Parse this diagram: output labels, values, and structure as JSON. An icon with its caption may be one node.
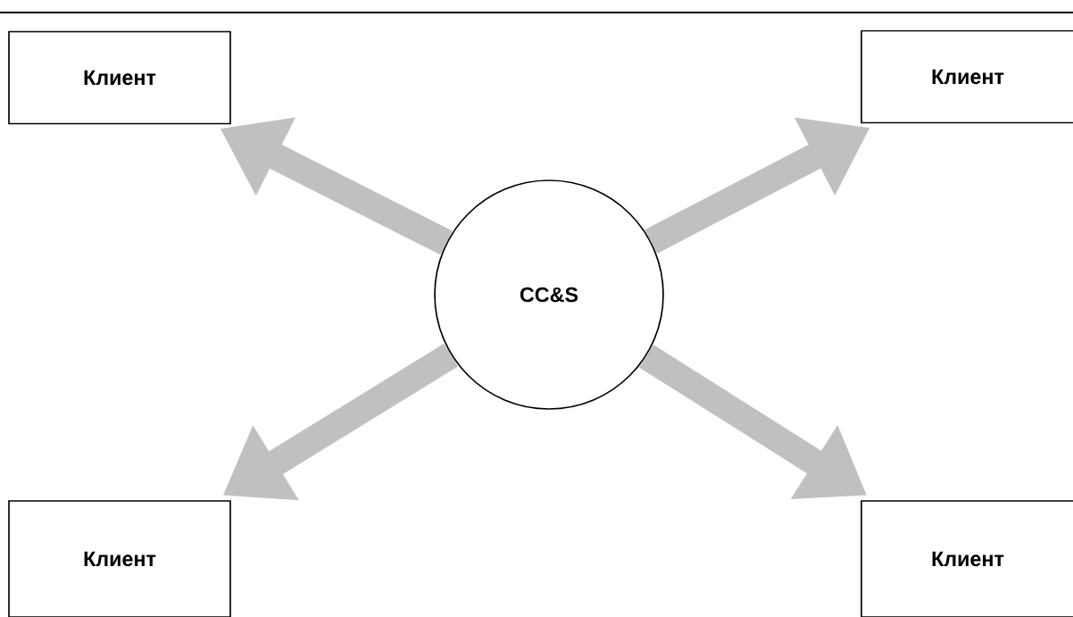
{
  "diagram": {
    "nodes": [
      {
        "text": [
          "Клиент"
        ]
      },
      {
        "text": [
          "Клиент"
        ]
      },
      {
        "text": [
          "CC&S"
        ]
      },
      {
        "text": [
          "Клиент"
        ]
      },
      {
        "text": [
          "Клиент"
        ]
      }
    ],
    "edges": [
      {
        "from": 2,
        "to": 0,
        "arrow": "to"
      },
      {
        "from": 2,
        "to": 1,
        "arrow": "to"
      },
      {
        "from": 2,
        "to": 3,
        "arrow": "to"
      },
      {
        "from": 2,
        "to": 4,
        "arrow": "to"
      }
    ]
  }
}
